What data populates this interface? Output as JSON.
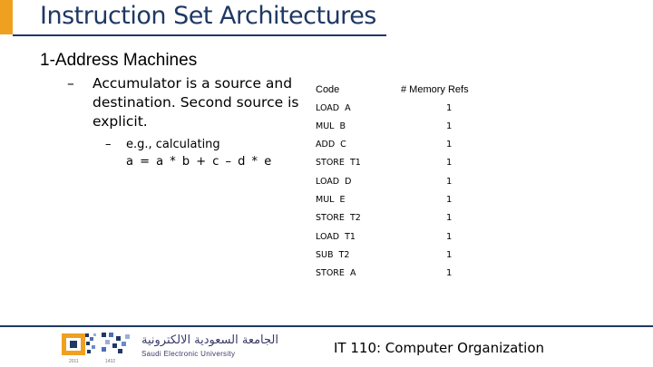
{
  "slide": {
    "title": "Instruction Set Architectures",
    "subtitle": "1-Address Machines",
    "bullet_main": {
      "dash": "–",
      "text": "Accumulator is a source and destination.  Second source is explicit."
    },
    "bullet_sub": {
      "dash": "–",
      "text": "e.g., calculating",
      "expression": "a = a * b + c – d * e"
    }
  },
  "table": {
    "header_code": "Code",
    "header_mem": "# Memory Refs",
    "rows": [
      {
        "code": "LOAD  A",
        "mem": "1"
      },
      {
        "code": "MUL  B",
        "mem": "1"
      },
      {
        "code": "ADD  C",
        "mem": "1"
      },
      {
        "code": "STORE  T1",
        "mem": "1"
      },
      {
        "code": "LOAD  D",
        "mem": "1"
      },
      {
        "code": "MUL  E",
        "mem": "1"
      },
      {
        "code": "STORE  T2",
        "mem": "1"
      },
      {
        "code": "LOAD  T1",
        "mem": "1"
      },
      {
        "code": "SUB  T2",
        "mem": "1"
      },
      {
        "code": "STORE  A",
        "mem": "1"
      }
    ]
  },
  "footer": {
    "course": "IT 110: Computer Organization",
    "logo_arabic": "الجامعة السعودية الالكترونية",
    "logo_english": "Saudi Electronic University",
    "logo_year_left": "2011",
    "logo_year_right": "1432"
  },
  "colors": {
    "accent": "#f0a020",
    "title": "#1f3864"
  }
}
